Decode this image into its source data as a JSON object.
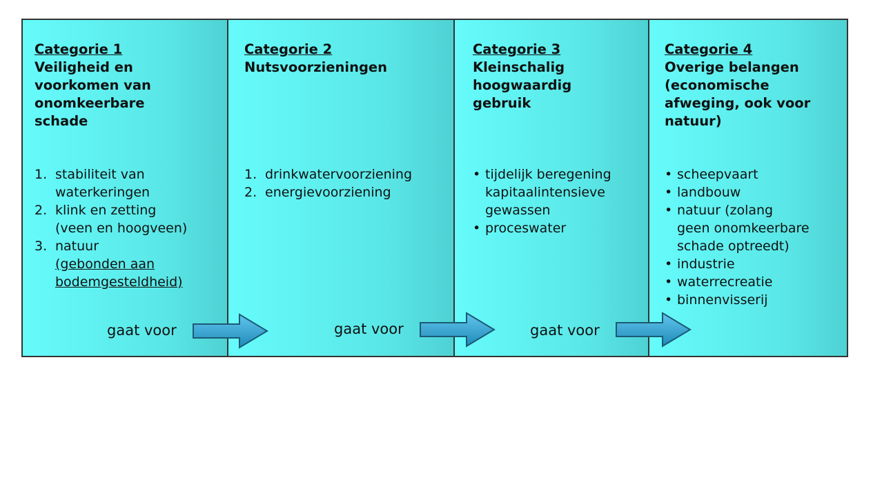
{
  "columns": [
    {
      "category": "Categorie 1",
      "title_lines": [
        "Veiligheid en",
        "voorkomen van",
        "onomkeerbare",
        "schade"
      ],
      "list_style": "numbered",
      "items": [
        {
          "marker": "1.",
          "lines": [
            "stabiliteit van",
            "waterkeringen"
          ]
        },
        {
          "marker": "2.",
          "lines": [
            "klink en zetting",
            "(veen en hoogveen)"
          ]
        },
        {
          "marker": "3.",
          "lines": [
            "natuur",
            "(gebonden aan",
            "bodemgesteldheid)"
          ]
        }
      ]
    },
    {
      "category": "Categorie 2",
      "title_lines": [
        "Nutsvoorzieningen"
      ],
      "list_style": "numbered",
      "items": [
        {
          "marker": "1.",
          "lines": [
            "drinkwatervoorziening"
          ]
        },
        {
          "marker": "2.",
          "lines": [
            "energievoorziening"
          ]
        }
      ]
    },
    {
      "category": "Categorie 3",
      "title_lines": [
        "Kleinschalig",
        "hoogwaardig",
        "gebruik"
      ],
      "list_style": "bullet",
      "items": [
        {
          "marker": "•",
          "lines": [
            "tijdelijk beregening",
            "kapitaalintensieve",
            "gewassen"
          ]
        },
        {
          "marker": "•",
          "lines": [
            "proceswater"
          ]
        }
      ]
    },
    {
      "category": "Categorie 4",
      "title_lines": [
        "Overige belangen",
        "(economische",
        "afweging, ook voor",
        "natuur)"
      ],
      "list_style": "bullet",
      "items": [
        {
          "marker": "•",
          "lines": [
            "scheepvaart"
          ]
        },
        {
          "marker": "•",
          "lines": [
            "landbouw"
          ]
        },
        {
          "marker": "•",
          "lines": [
            "natuur (zolang",
            "geen onomkeerbare",
            "schade optreedt)"
          ]
        },
        {
          "marker": "•",
          "lines": [
            "industrie"
          ]
        },
        {
          "marker": "•",
          "lines": [
            "waterrecreatie"
          ]
        },
        {
          "marker": "•",
          "lines": [
            "binnenvisserij"
          ]
        }
      ]
    }
  ],
  "connectors": [
    {
      "label": "gaat voor"
    },
    {
      "label": "gaat voor"
    },
    {
      "label": "gaat voor"
    }
  ],
  "colors": {
    "panel_light": "#66fbfb",
    "panel_dark": "#4ed2d4",
    "arrow_light": "#62c6ee",
    "arrow_dark": "#1e8ab8",
    "arrow_outline": "#1a5a74"
  }
}
